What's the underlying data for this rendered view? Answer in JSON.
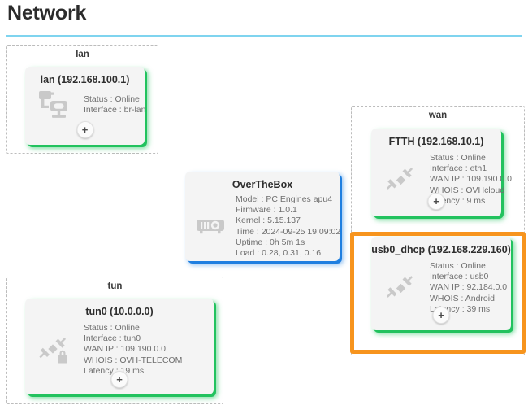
{
  "page": {
    "title": "Network",
    "rule_color": "#7fd4ef",
    "accent_online": "#22c25e",
    "accent_box": "#1f7fe0",
    "highlight_color": "#f7941d"
  },
  "plus_label": "+",
  "groups": [
    {
      "name": "lan",
      "label": "lan",
      "card": {
        "title": "lan (192.168.100.1)",
        "icon": "network-devices-icon",
        "details": [
          "Status : Online",
          "Interface : br-lan"
        ],
        "status": "Online"
      }
    },
    {
      "name": "wan",
      "label": "wan",
      "cards": [
        {
          "title": "FTTH (192.168.10.1)",
          "icon": "plug-connector-icon",
          "details": [
            "Status : Online",
            "Interface : eth1",
            "WAN IP : 109.190.0.0",
            "WHOIS : OVHcloud",
            "Latency : 9 ms"
          ],
          "status": "Online"
        },
        {
          "title": "usb0_dhcp (192.168.229.160)",
          "icon": "plug-connector-icon",
          "details": [
            "Status : Online",
            "Interface : usb0",
            "WAN IP : 92.184.0.0",
            "WHOIS : Android",
            "Latency : 39 ms"
          ],
          "status": "Online",
          "highlighted": true
        }
      ]
    },
    {
      "name": "tun",
      "label": "tun",
      "card": {
        "title": "tun0 (10.0.0.0)",
        "icon": "secure-plug-icon",
        "details": [
          "Status : Online",
          "Interface : tun0",
          "WAN IP : 109.190.0.0",
          "WHOIS : OVH-TELECOM",
          "Latency : 19 ms"
        ],
        "status": "Online"
      }
    }
  ],
  "device": {
    "title": "OverTheBox",
    "icon": "projector-icon",
    "details": [
      "Model : PC Engines apu4",
      "Firmware : 1.0.1",
      "Kernel : 5.15.137",
      "Time : 2024-09-25 19:09:02",
      "Uptime : 0h 5m 1s",
      "Load : 0.28, 0.31, 0.16"
    ]
  }
}
